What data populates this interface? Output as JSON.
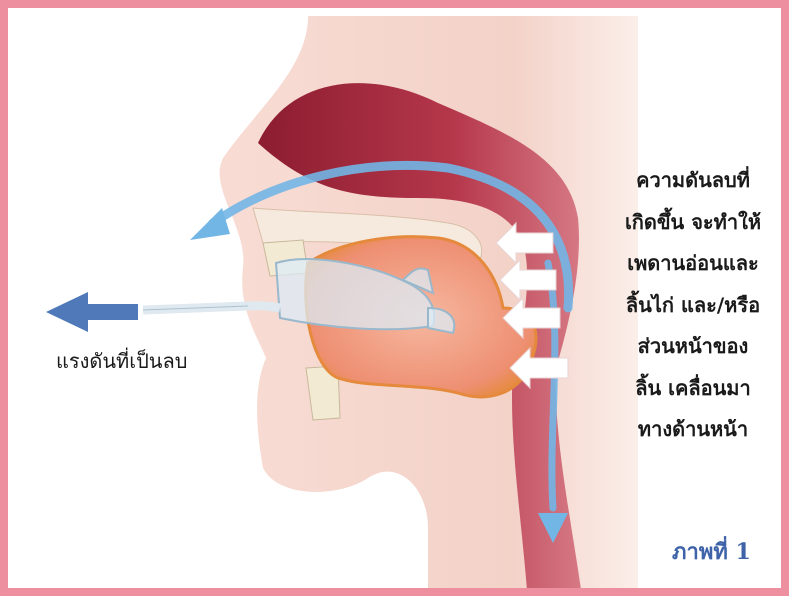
{
  "diagram": {
    "explanation_lines": [
      "ความดันลบที่",
      "เกิดขึ้น จะทำให้",
      "เพดานอ่อนและ",
      "ลิ้นไก่ และ/หรือ",
      "ส่วนหน้าของ",
      "ลิ้น เคลื่อนมา",
      "ทางด้านหน้า"
    ],
    "pressure_label": "แรงดันที่เป็นลบ",
    "figure_label": "ภาพที่ 1"
  },
  "colors": {
    "frame": "#ee8fa0",
    "airway": "#a82a3c",
    "tongue": "#ef8f6e",
    "arrow_blue": "#4f79b8",
    "airflow_blue": "#72b6e6",
    "figure_label": "#3f63a9"
  }
}
